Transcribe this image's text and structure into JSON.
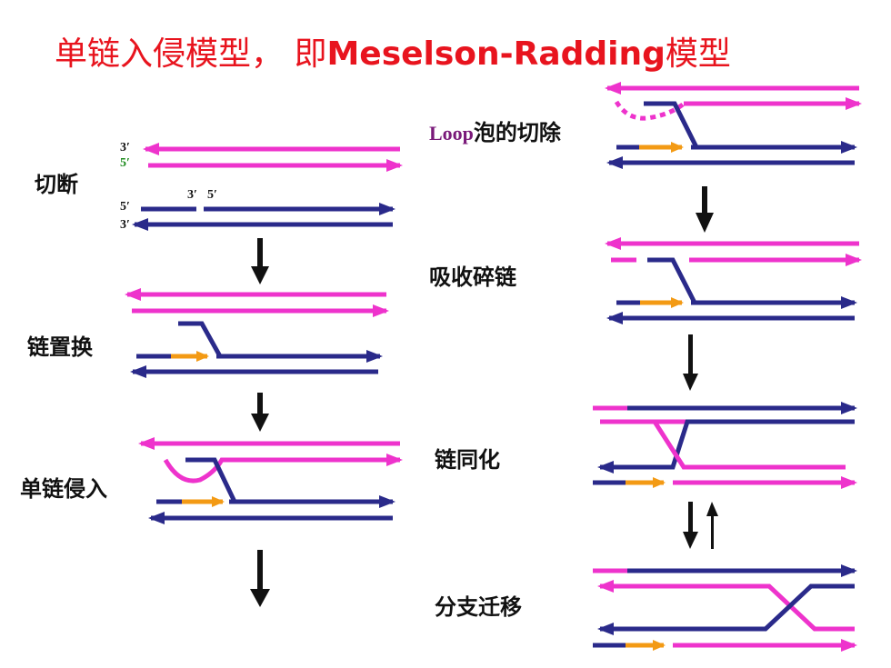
{
  "title": {
    "prefix": "单链入侵模型， 即",
    "bold": "Meselson-Radding",
    "suffix": "模型"
  },
  "colors": {
    "title": "#e8141e",
    "pink": "#ee33cc",
    "navy": "#2a2a8a",
    "orange": "#f39a14",
    "arrow": "#111111",
    "loop_label": "#7a1a7a"
  },
  "steps": {
    "cut": "切断",
    "displace": "链置换",
    "invade": "单链侵入",
    "loop_prefix": "Loop",
    "loop_suffix": "泡的切除",
    "absorb": "吸收碎链",
    "assimilate": "链同化",
    "migrate": "分支迁移"
  },
  "ends": {
    "p3a": "3′",
    "p5a": "5′",
    "b5": "5′",
    "b3": "3′",
    "nick3": "3′",
    "nick5": "5′"
  }
}
